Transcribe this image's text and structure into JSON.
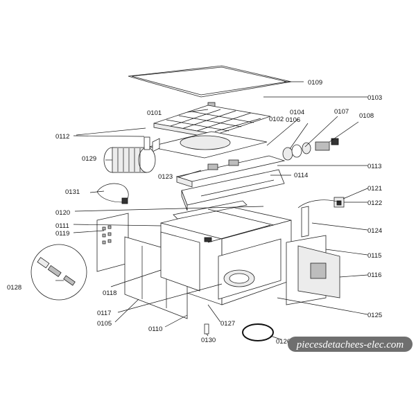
{
  "diagram": {
    "parts": [
      {
        "id": "p0101",
        "label": "0101"
      },
      {
        "id": "p0102",
        "label": "0102"
      },
      {
        "id": "p0103",
        "label": "0103"
      },
      {
        "id": "p0104",
        "label": "0104"
      },
      {
        "id": "p0105",
        "label": "0105"
      },
      {
        "id": "p0106",
        "label": "0106"
      },
      {
        "id": "p0107",
        "label": "0107"
      },
      {
        "id": "p0108",
        "label": "0108"
      },
      {
        "id": "p0109",
        "label": "0109"
      },
      {
        "id": "p0110",
        "label": "0110"
      },
      {
        "id": "p0111",
        "label": "0111"
      },
      {
        "id": "p0112",
        "label": "0112"
      },
      {
        "id": "p0113",
        "label": "0113"
      },
      {
        "id": "p0114",
        "label": "0114"
      },
      {
        "id": "p0115",
        "label": "0115"
      },
      {
        "id": "p0116",
        "label": "0116"
      },
      {
        "id": "p0117",
        "label": "0117"
      },
      {
        "id": "p0118",
        "label": "0118"
      },
      {
        "id": "p0119",
        "label": "0119"
      },
      {
        "id": "p0120",
        "label": "0120"
      },
      {
        "id": "p0121",
        "label": "0121"
      },
      {
        "id": "p0122",
        "label": "0122"
      },
      {
        "id": "p0123",
        "label": "0123"
      },
      {
        "id": "p0124",
        "label": "0124"
      },
      {
        "id": "p0125",
        "label": "0125"
      },
      {
        "id": "p0126",
        "label": "0126"
      },
      {
        "id": "p0127",
        "label": "0127"
      },
      {
        "id": "p0128",
        "label": "0128"
      },
      {
        "id": "p0129",
        "label": "0129"
      },
      {
        "id": "p0130",
        "label": "0130"
      },
      {
        "id": "p0131",
        "label": "0131"
      }
    ]
  },
  "watermark": {
    "text": "piecesdetachees-elec.com",
    "color": "#6f6f6f"
  }
}
